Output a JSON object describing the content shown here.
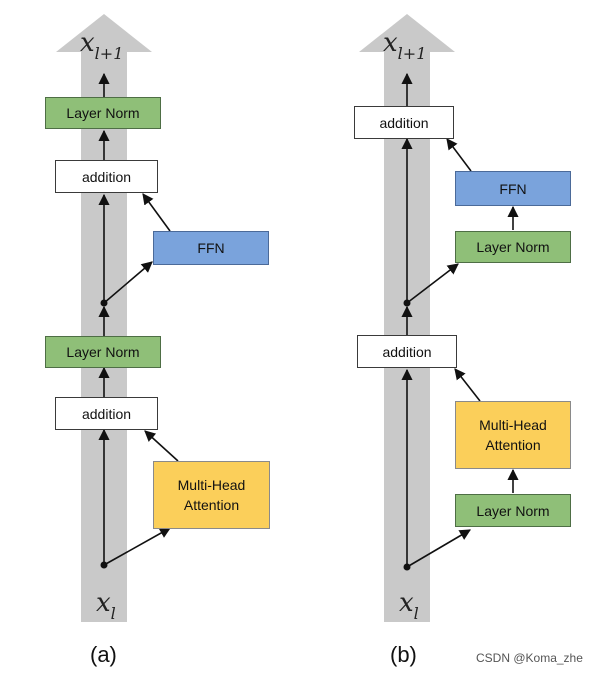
{
  "diagram_a": {
    "caption": "(a)",
    "top_label": {
      "main": "x",
      "sub": "l+1"
    },
    "bottom_label": {
      "main": "x",
      "sub": "l"
    },
    "boxes": {
      "layer_norm_top": "Layer Norm",
      "addition_top": "addition",
      "ffn": "FFN",
      "layer_norm_mid": "Layer Norm",
      "addition_bottom": "addition",
      "attention_line1": "Multi-Head",
      "attention_line2": "Attention"
    }
  },
  "diagram_b": {
    "caption": "(b)",
    "top_label": {
      "main": "x",
      "sub": "l+1"
    },
    "bottom_label": {
      "main": "x",
      "sub": "l"
    },
    "boxes": {
      "addition_top": "addition",
      "ffn": "FFN",
      "layer_norm_top": "Layer Norm",
      "addition_mid": "addition",
      "attention_line1": "Multi-Head",
      "attention_line2": "Attention",
      "layer_norm_bottom": "Layer Norm"
    }
  },
  "watermark": "CSDN @Koma_zhe",
  "colors": {
    "backbone": "#c9c9c9",
    "layer_norm": "#8fbf78",
    "ffn": "#7aa3dc",
    "attention": "#fbcf5a",
    "addition": "#ffffff",
    "arrow": "#111111"
  }
}
